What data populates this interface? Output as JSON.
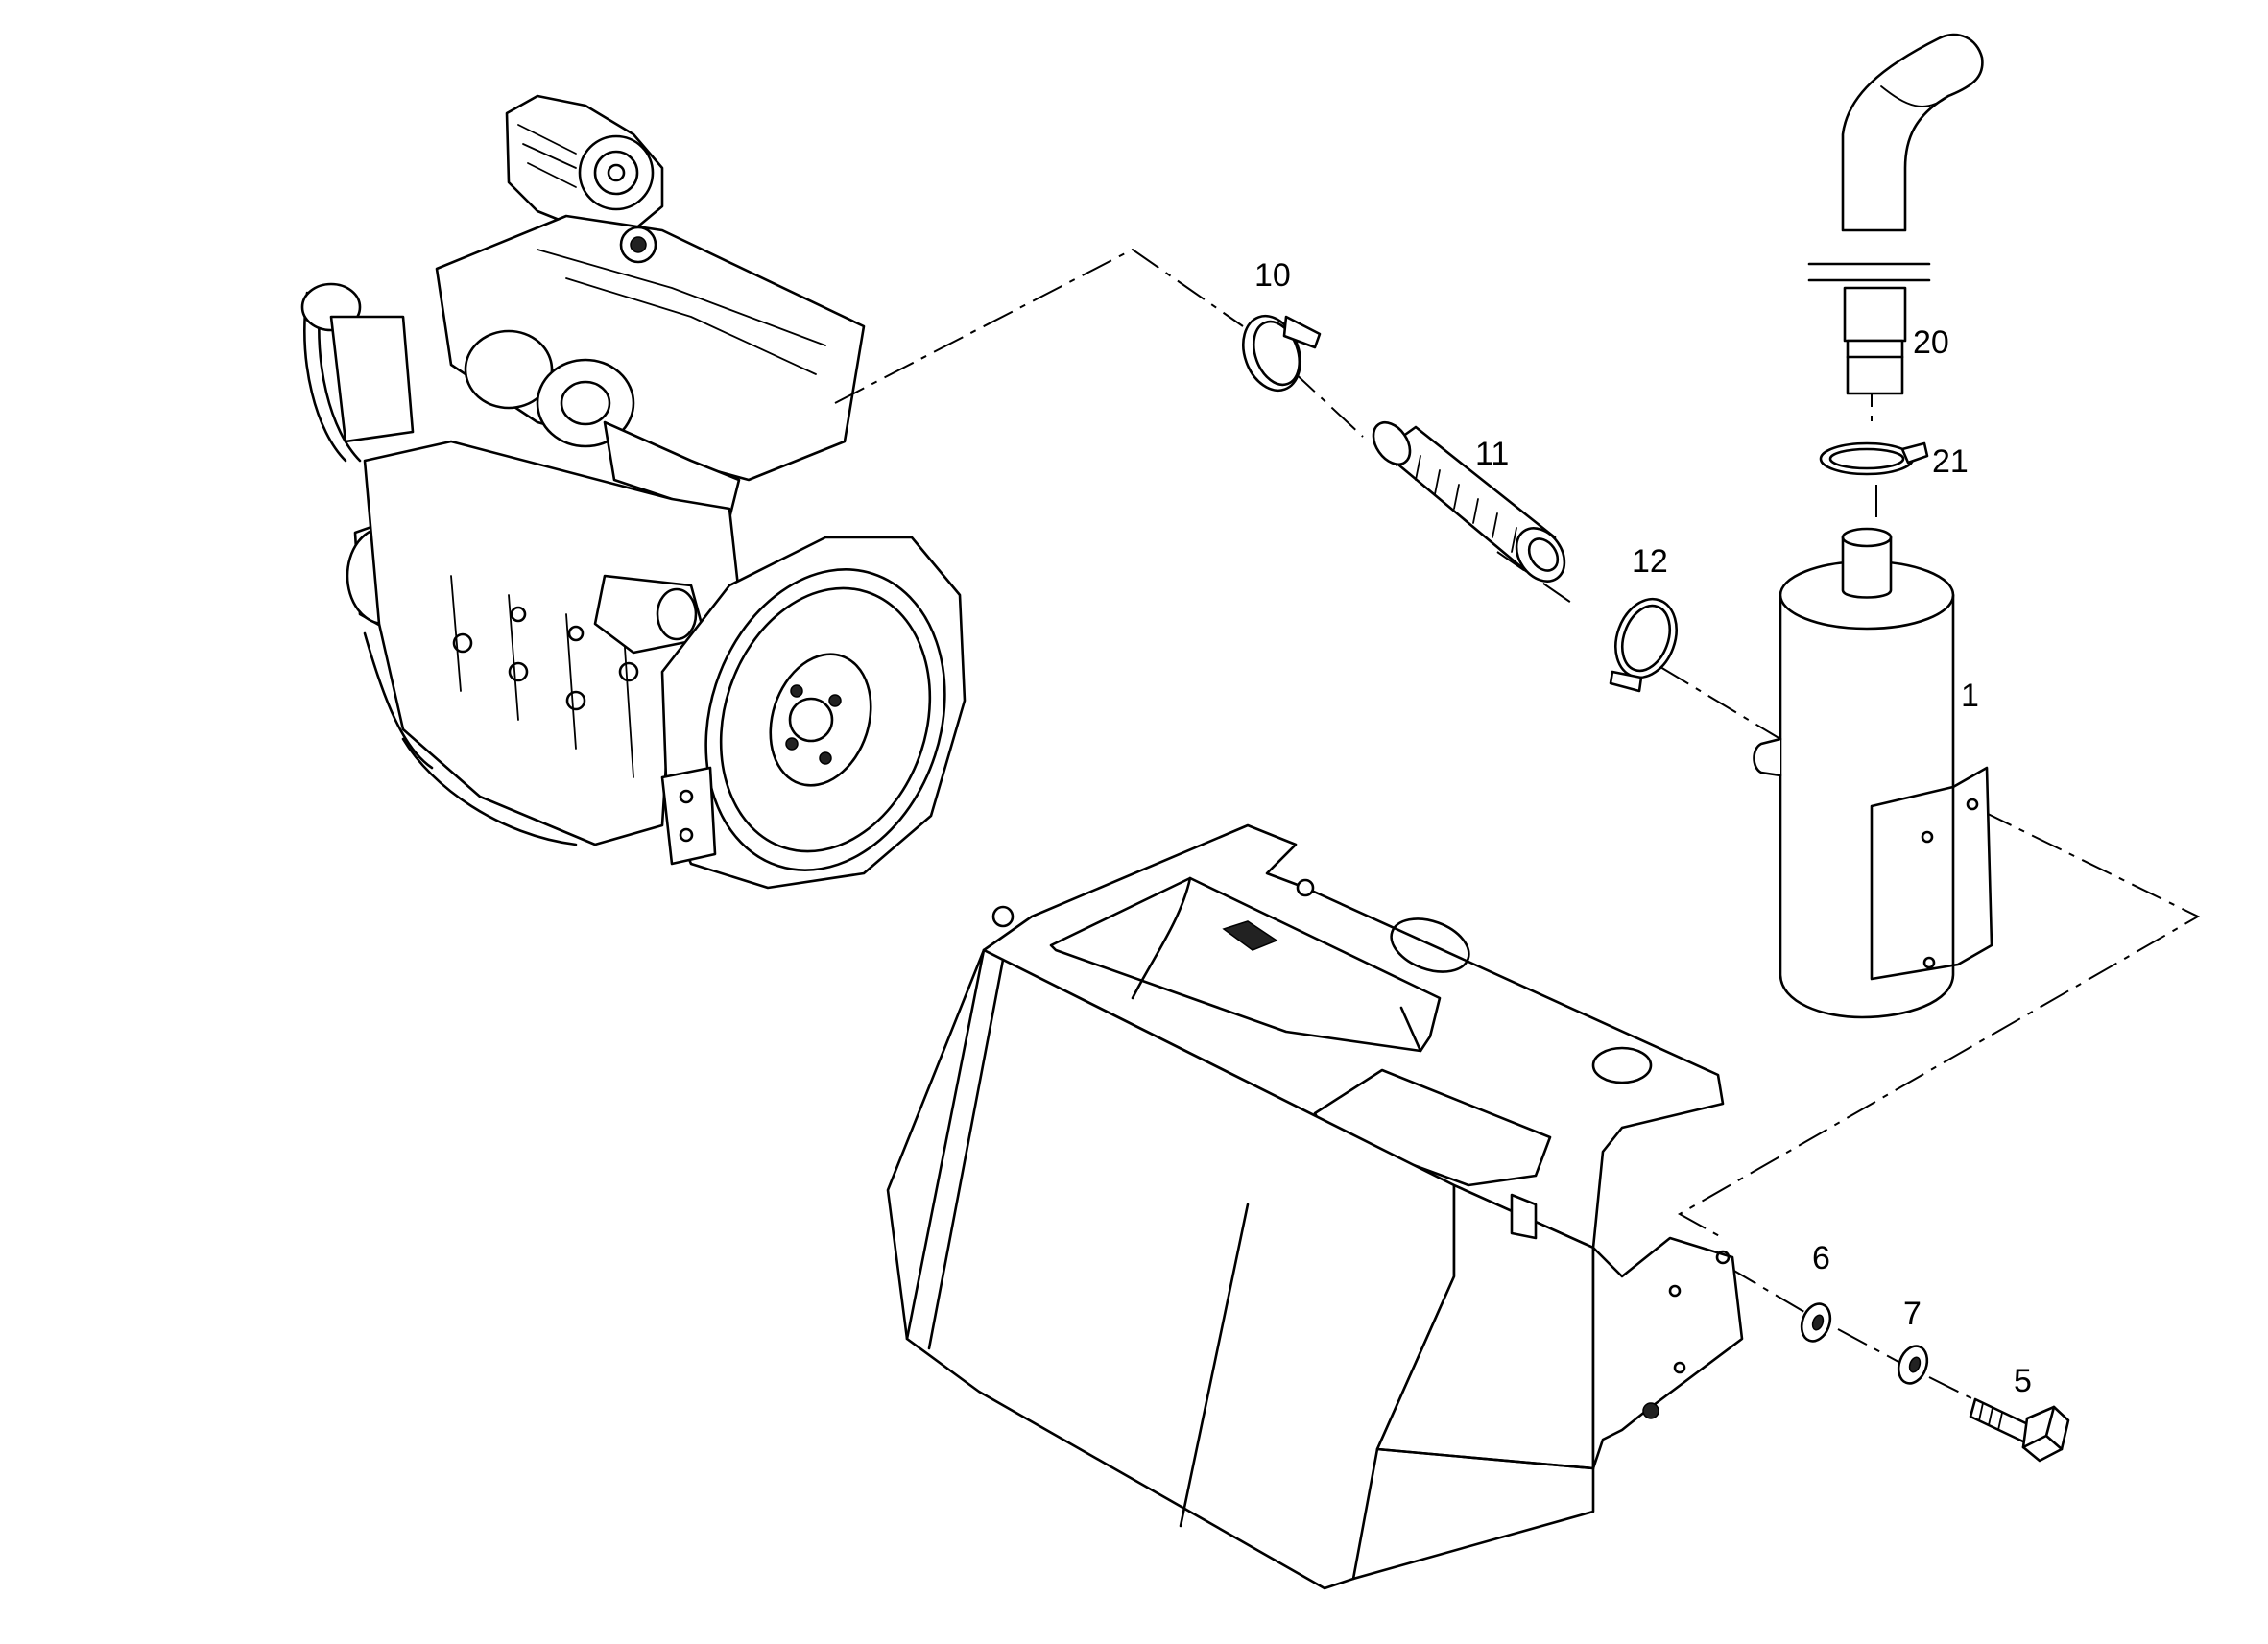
{
  "callouts": [
    {
      "id": "10",
      "label": "10"
    },
    {
      "id": "11",
      "label": "11"
    },
    {
      "id": "12",
      "label": "12"
    },
    {
      "id": "20",
      "label": "20"
    },
    {
      "id": "21",
      "label": "21"
    },
    {
      "id": "1",
      "label": "1"
    },
    {
      "id": "6",
      "label": "6"
    },
    {
      "id": "7",
      "label": "7"
    },
    {
      "id": "5",
      "label": "5"
    }
  ],
  "colors": {
    "line": "#000000",
    "background": "#ffffff"
  }
}
